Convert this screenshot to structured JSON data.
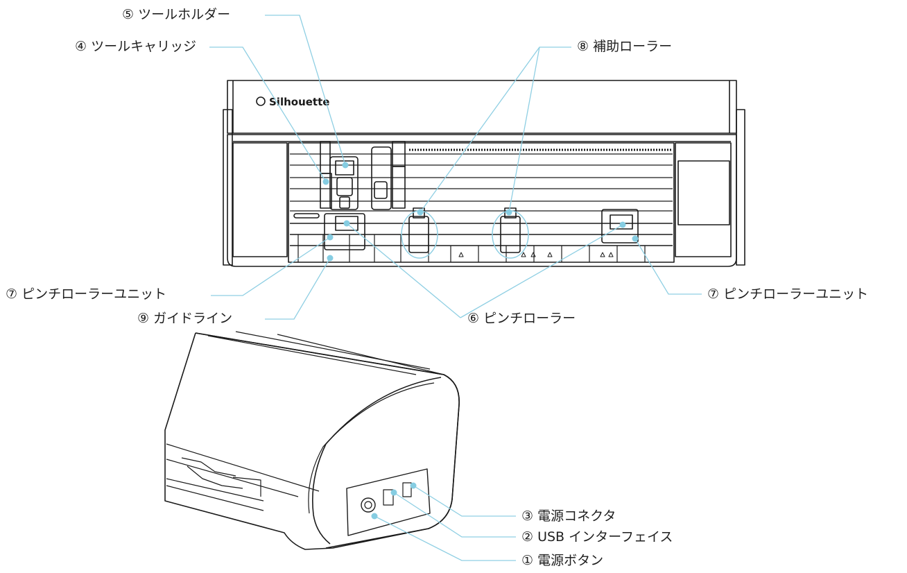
{
  "brand": "Silhouette",
  "colors": {
    "leader": "#8fcfe3",
    "dot": "#86cde2",
    "outline": "#1a1a1a"
  },
  "labels": {
    "tool_holder": "⑤ ツールホルダー",
    "tool_carriage": "④ ツールキャリッジ",
    "aux_roller": "⑧ 補助ローラー",
    "pinch_unit_left": "⑦ ピンチローラーユニット",
    "pinch_unit_right": "⑦ ピンチローラーユニット",
    "guide_line": "⑨ ガイドライン",
    "pinch_roller": "⑥ ピンチローラー",
    "power_connector": "③ 電源コネクタ",
    "usb_interface": "② USB インターフェイス",
    "power_button": "① 電源ボタン"
  }
}
